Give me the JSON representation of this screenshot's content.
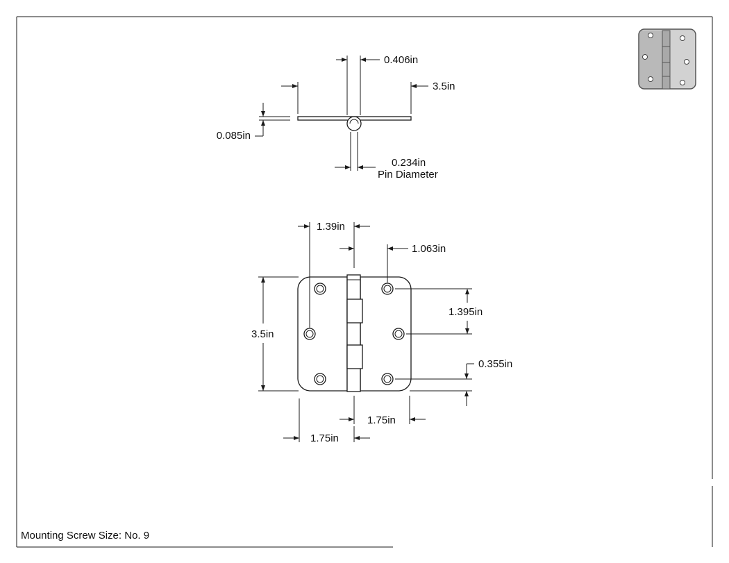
{
  "top_view": {
    "knuckle_width": "0.406in",
    "leaf_width": "3.5in",
    "leaf_thickness": "0.085in",
    "pin_diameter": "0.234in",
    "pin_label": "Pin Diameter"
  },
  "front_view": {
    "hole_to_edge": "1.39in",
    "hole_offset": "1.063in",
    "hole_spacing": "1.395in",
    "height": "3.5in",
    "hole_from_bottom": "0.355in",
    "half_width_right": "1.75in",
    "half_width_left": "1.75in"
  },
  "thumbnail": {
    "icon": "hinge-thumbnail-icon",
    "fill": "#c8c8c8"
  },
  "footer": {
    "note": "Mounting Screw Size: No. 9"
  }
}
